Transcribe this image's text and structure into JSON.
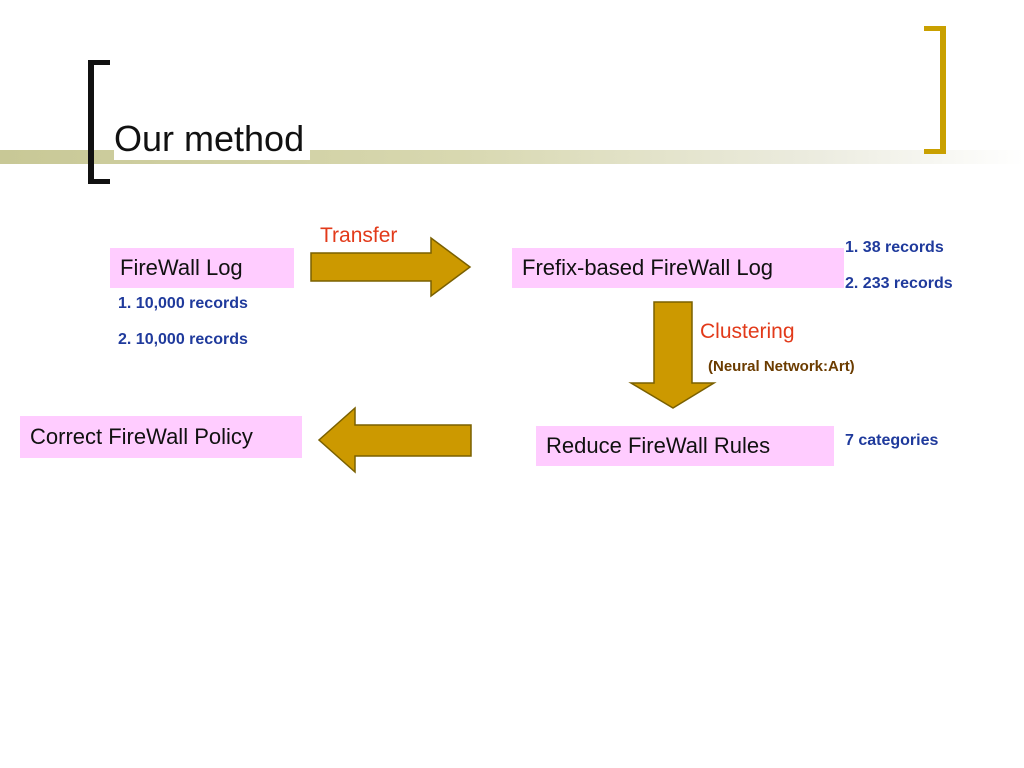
{
  "slide": {
    "title": "Our method"
  },
  "nodes": {
    "firewall_log": "FireWall Log",
    "prefix_log": "Frefix-based FireWall Log",
    "reduce_rules": "Reduce FireWall Rules",
    "correct_policy": "Correct FireWall Policy"
  },
  "notes": {
    "firewall_log_items": [
      "1.  10,000 records",
      "2.  10,000 records"
    ],
    "prefix_log_items": [
      "1.  38 records",
      "2.  233 records"
    ],
    "reduce_rules_note": "7 categories"
  },
  "edges": {
    "transfer_label": "Transfer",
    "clustering_label": "Clustering",
    "clustering_method": "(Neural Network:Art)"
  },
  "colors": {
    "box_fill": "#ffccff",
    "arrow_fill": "#cc9900",
    "note_text": "#1f3a9c",
    "edge_label": "#e23a1a",
    "accent_bracket": "#c9a000"
  }
}
